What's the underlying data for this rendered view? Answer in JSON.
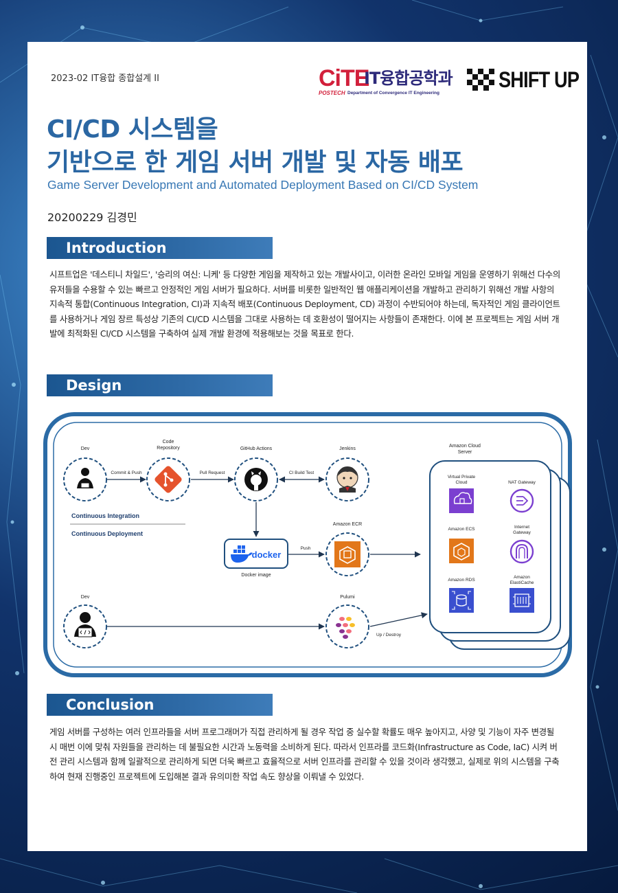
{
  "header": {
    "course": "2023-02 IT융합 종합설계 II",
    "cite_logo": "CiTE",
    "department_ko": "IT융합공학과",
    "postech": "POSTECH",
    "department_en": "Department of Convergence IT Engineering",
    "sponsor": "SHIFT UP"
  },
  "title": {
    "line1": "CI/CD 시스템을",
    "line2": "기반으로 한 게임 서버 개발 및 자동 배포",
    "english": "Game Server Development and Automated Deployment Based on CI/CD System"
  },
  "author": "20200229 김경민",
  "sections": {
    "introduction": {
      "heading": "Introduction",
      "body": "시프트업은 '데스티니 차일드', '승리의 여신: 니케' 등 다양한 게임을 제작하고 있는 개발사이고, 이러한 온라인 모바일 게임을 운영하기 위해선 다수의 유저들을 수용할 수 있는 빠르고 안정적인 게임 서버가 필요하다. 서버를 비롯한 일반적인 웹 애플리케이션을 개발하고 관리하기 위해선 개발 사항의 지속적 통합(Continuous Integration, CI)과 지속적 배포(Continuous Deployment, CD) 과정이 수반되어야 하는데, 독자적인 게임 클라이언트를 사용하거나 게임 장르 특성상 기존의 CI/CD 시스템을 그대로 사용하는 데 호환성이 떨어지는 사항들이 존재한다. 이에 본 프로젝트는 게임 서버 개발에 최적화된 CI/CD 시스템을 구축하여 실제 개발 환경에 적용해보는 것을 목표로 한다."
    },
    "design": {
      "heading": "Design"
    },
    "conclusion": {
      "heading": "Conclusion",
      "body": "게임 서버를 구성하는 여러 인프라들을 서버 프로그래머가 직접 관리하게 될 경우 작업 중 실수할 확률도 매우 높아지고, 사양 및 기능이 자주 변경될 시 매번 이에 맞춰 자원들을 관리하는 데 불필요한 시간과 노동력을 소비하게 된다. 따라서 인프라를 코드화(Infrastructure as Code, IaC) 시켜 버전 관리 시스템과 함께 일괄적으로 관리하게 되면 더욱 빠르고 효율적으로 서버 인프라를 관리할 수 있을 것이라 생각했고, 실제로 위의 시스템을 구축하여 현재 진행중인 프로젝트에 도입해본 결과 유의미한 작업 속도 향상을 이뤄낼 수 있었다."
    }
  },
  "diagram": {
    "nodes": {
      "dev_top": "Dev",
      "code_repo_line1": "Code",
      "code_repo_line2": "Repository",
      "github_actions": "GitHub Actions",
      "jenkins": "Jenkins",
      "docker_word": "docker",
      "docker_image": "Docker image",
      "amazon_ecr": "Amazon ECR",
      "dev_bottom": "Dev",
      "pulumi": "Pulumi",
      "cloud_line1": "Amazon Cloud",
      "cloud_line2": "Server"
    },
    "edges": {
      "commit_push": "Commit & Push",
      "pull_request": "Pull Request",
      "ci_build_test": "CI Build Test",
      "push": "Push",
      "up_destroy": "Up / Destroy"
    },
    "legend": {
      "ci": "Continuous Integration",
      "cd": "Continuous Deployment"
    },
    "aws": {
      "vpc_line1": "Virtual Private",
      "vpc_line2": "Cloud",
      "nat": "NAT Gateway",
      "ecs": "Amazon ECS",
      "igw_line1": "Internet",
      "igw_line2": "Gateway",
      "rds": "Amazon RDS",
      "cache_line1": "Amazon",
      "cache_line2": "ElastiCache"
    },
    "colors": {
      "frame": "#2b6ba6",
      "node_border": "#1f4f7e",
      "git": "#e5532d",
      "ecr": "#e2771a",
      "vpc": "#7b3fd0",
      "ecs": "#e2771a",
      "rds": "#3a4fcf"
    }
  }
}
